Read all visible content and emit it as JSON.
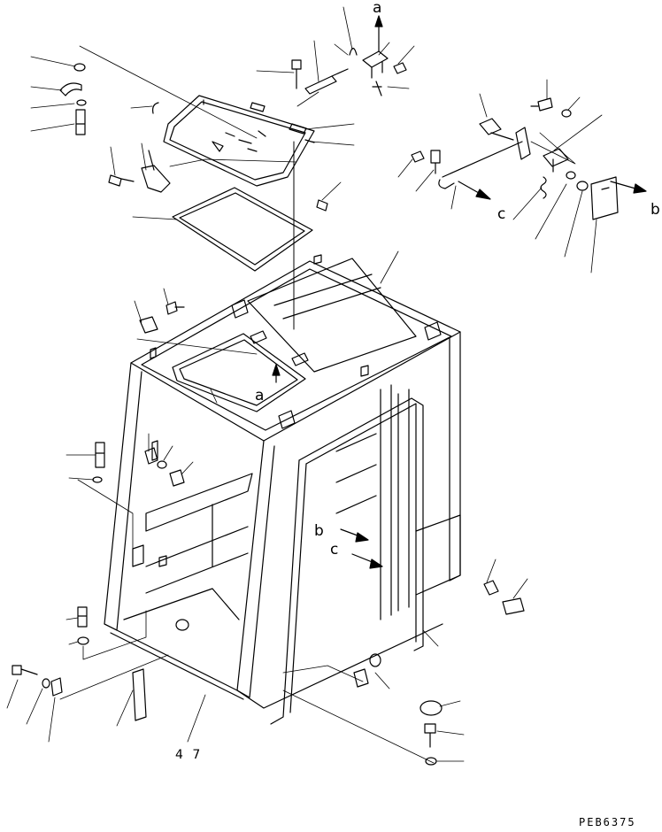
{
  "labels": {
    "arrow_a_top": "a",
    "arrow_a_cab": "a",
    "arrow_b_right": "b",
    "arrow_b_cab": "b",
    "arrow_c_top": "c",
    "arrow_c_cab": "c",
    "part_number": "4 7",
    "drawing_code": "PEB6375"
  },
  "icons": {
    "leader_line": "leader-line",
    "reference_arrow": "reference-arrow"
  }
}
